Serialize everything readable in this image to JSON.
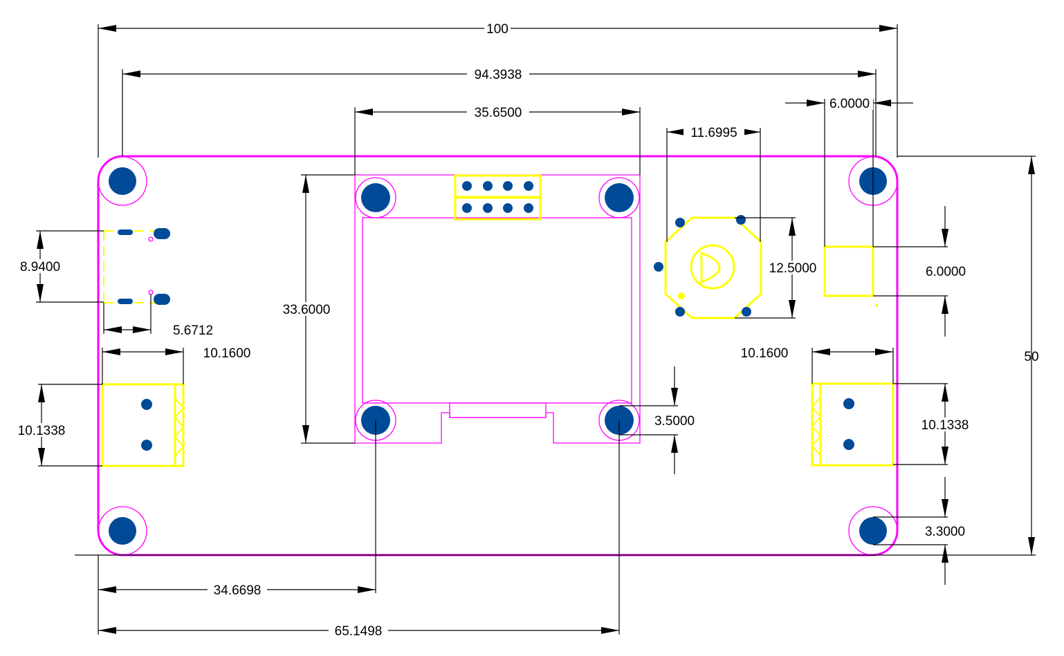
{
  "colors": {
    "board_outline": "#ff00ff",
    "component_outline": "#ffff00",
    "pads": "#004a98",
    "dimensions": "#000000",
    "background": "#ffffff"
  },
  "dimensions": {
    "overall_width": "100",
    "hole_span_x": "94.3938",
    "oled_width": "35.6500",
    "encoder_width": "11.6995",
    "button_offset_x": "6.0000",
    "oled_height": "33.6000",
    "encoder_height": "12.5000",
    "button_height": "6.0000",
    "overall_height": "50",
    "left_connector_pitch": "8.9400",
    "left_connector_offset": "5.6712",
    "left_terminal_width": "10.1600",
    "left_terminal_height": "10.1338",
    "right_terminal_width": "10.1600",
    "right_terminal_height": "10.1338",
    "oled_hole_diameter": "3.5000",
    "corner_hole_diameter": "3.3000",
    "oled_left_hole_x": "34.6698",
    "oled_right_hole_x": "65.1498"
  }
}
